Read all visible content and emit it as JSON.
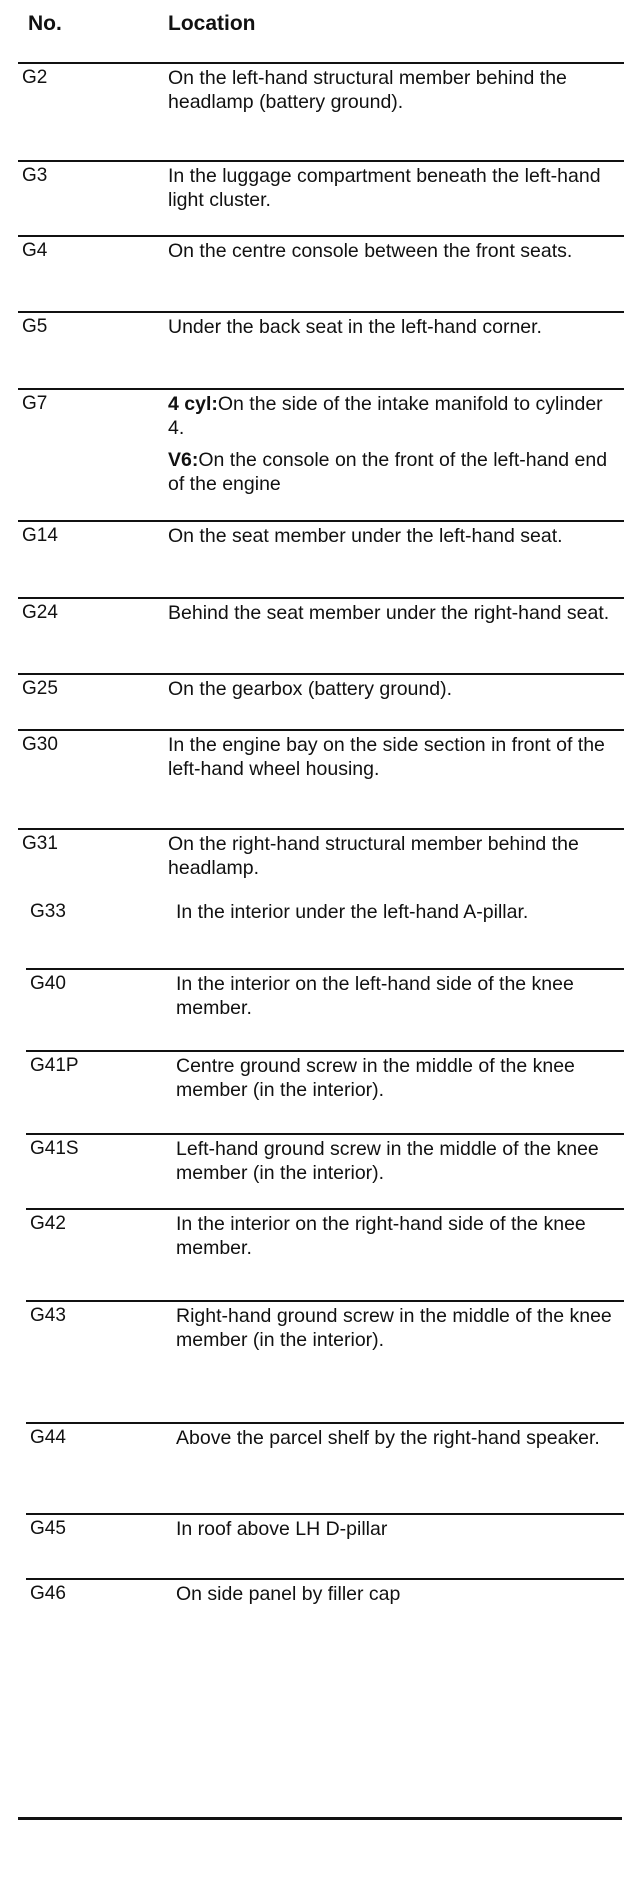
{
  "header": {
    "no": "No.",
    "location": "Location"
  },
  "rows": [
    {
      "no": "G2",
      "location": "On the left-hand structural member behind the headlamp (battery ground)."
    },
    {
      "no": "G3",
      "location": "In the luggage compartment beneath the left-hand light cluster."
    },
    {
      "no": "G4",
      "location": "On the centre console between the front seats."
    },
    {
      "no": "G5",
      "location": "Under the back seat in the left-hand corner."
    },
    {
      "no": "G7",
      "parts": [
        {
          "label": "4 cyl:",
          "text": "On the side of the intake manifold to cylinder 4."
        },
        {
          "label": "V6:",
          "text": "On the console on the front of the left-hand end of the engine"
        }
      ]
    },
    {
      "no": "G14",
      "location": "On the seat member under the left-hand seat."
    },
    {
      "no": "G24",
      "location": "Behind the seat member under the right-hand seat."
    },
    {
      "no": "G25",
      "location": "On the gearbox (battery ground)."
    },
    {
      "no": "G30",
      "location": "In the engine bay on the side section in front of the left-hand wheel housing."
    },
    {
      "no": "G31",
      "location": "On the right-hand structural member behind the headlamp."
    },
    {
      "no": "G33",
      "location": "In the interior under the left-hand A-pillar."
    },
    {
      "no": "G40",
      "location": "In the interior on the left-hand side of the knee member."
    },
    {
      "no": "G41P",
      "location": "Centre ground screw in the middle of the knee member (in the interior)."
    },
    {
      "no": "G41S",
      "location": "Left-hand ground screw in the middle of the knee member (in the interior)."
    },
    {
      "no": "G42",
      "location": "In the interior on the right-hand side of the knee member."
    },
    {
      "no": "G43",
      "location": "Right-hand ground screw in the middle of the knee member (in the interior)."
    },
    {
      "no": "G44",
      "location": "Above the parcel shelf by the right-hand speaker."
    },
    {
      "no": "G45",
      "location": "In roof above LH D-pillar"
    },
    {
      "no": "G46",
      "location": "On side panel by filler cap"
    }
  ]
}
